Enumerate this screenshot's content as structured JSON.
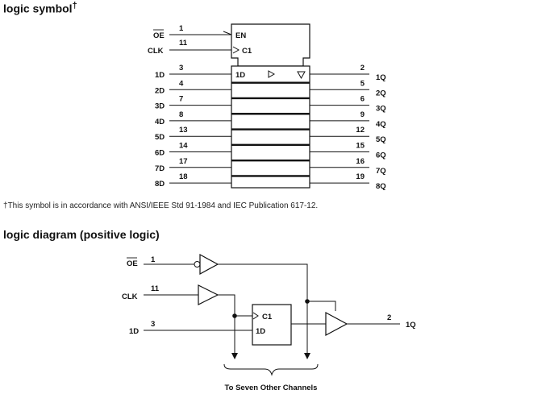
{
  "symbol": {
    "title": "logic symbol",
    "dagger": "†",
    "oe": {
      "label": "OE",
      "pin": "1"
    },
    "clk": {
      "label": "CLK",
      "pin": "11"
    },
    "en_label": "EN",
    "c1_label": "C1",
    "d1_label": "1D",
    "inputs": [
      {
        "label": "1D",
        "pin": "3"
      },
      {
        "label": "2D",
        "pin": "4"
      },
      {
        "label": "3D",
        "pin": "7"
      },
      {
        "label": "4D",
        "pin": "8"
      },
      {
        "label": "5D",
        "pin": "13"
      },
      {
        "label": "6D",
        "pin": "14"
      },
      {
        "label": "7D",
        "pin": "17"
      },
      {
        "label": "8D",
        "pin": "18"
      }
    ],
    "outputs": [
      {
        "label": "1Q",
        "pin": "2"
      },
      {
        "label": "2Q",
        "pin": "5"
      },
      {
        "label": "3Q",
        "pin": "6"
      },
      {
        "label": "4Q",
        "pin": "9"
      },
      {
        "label": "5Q",
        "pin": "12"
      },
      {
        "label": "6Q",
        "pin": "15"
      },
      {
        "label": "7Q",
        "pin": "16"
      },
      {
        "label": "8Q",
        "pin": "19"
      }
    ],
    "footnote": "This symbol is in accordance with ANSI/IEEE Std 91-1984 and IEC Publication 617-12."
  },
  "diagram": {
    "title": "logic diagram (positive logic)",
    "oe": {
      "label": "OE",
      "pin": "1"
    },
    "clk": {
      "label": "CLK",
      "pin": "11"
    },
    "d": {
      "label": "1D",
      "pin": "3"
    },
    "ff_c1": "C1",
    "ff_d": "1D",
    "q": {
      "label": "1Q",
      "pin": "2"
    },
    "caption": "To Seven Other Channels"
  }
}
